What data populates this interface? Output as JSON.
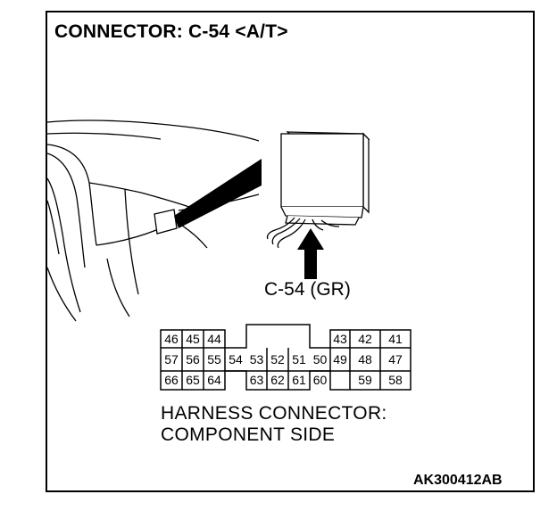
{
  "title": "CONNECTOR: C-54 <A/T>",
  "connector_label": "C-54 (GR)",
  "pins": {
    "row1": [
      "46",
      "45",
      "44",
      "43",
      "42",
      "41"
    ],
    "row2": [
      "57",
      "56",
      "55",
      "54",
      "53",
      "52",
      "51",
      "50",
      "49",
      "48",
      "47"
    ],
    "row3": [
      "66",
      "65",
      "64",
      "63",
      "62",
      "61",
      "60",
      "59",
      "58"
    ]
  },
  "caption": {
    "line1": "HARNESS CONNECTOR:",
    "line2": "COMPONENT SIDE"
  },
  "figure_id": "AK300412AB",
  "icons": [
    "dashboard-illustration",
    "control-unit-illustration",
    "pointer-arrow"
  ]
}
